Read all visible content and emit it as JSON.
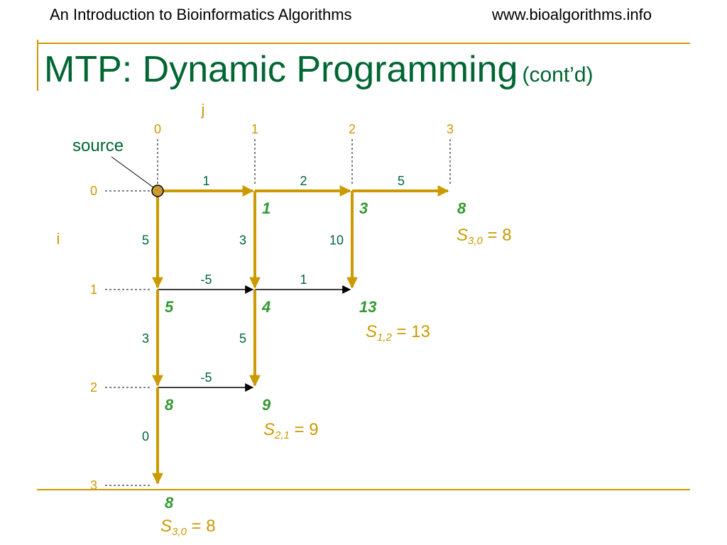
{
  "header": {
    "left": "An Introduction to Bioinformatics Algorithms",
    "right": "www.bioalgorithms.info"
  },
  "title": {
    "main": "MTP: Dynamic Programming",
    "sub": "(cont’d)"
  },
  "diagram": {
    "j_label": "j",
    "i_label": "i",
    "source_label": "source",
    "col_labels": [
      "0",
      "1",
      "2",
      "3"
    ],
    "row_labels": [
      "0",
      "1",
      "2",
      "3"
    ],
    "colors": {
      "thick_edge": "#cc9900",
      "thin_edge": "#000000",
      "score": "#339933",
      "weight": "#006633",
      "axis": "#cc9900",
      "node": "#cc9900"
    },
    "edges": [
      {
        "from": [
          0,
          0
        ],
        "to": [
          0,
          1
        ],
        "label": "1",
        "style": "thick"
      },
      {
        "from": [
          0,
          1
        ],
        "to": [
          0,
          2
        ],
        "label": "2",
        "style": "thick"
      },
      {
        "from": [
          0,
          2
        ],
        "to": [
          0,
          3
        ],
        "label": "5",
        "style": "thick"
      },
      {
        "from": [
          0,
          0
        ],
        "to": [
          1,
          0
        ],
        "label": "5",
        "style": "thick"
      },
      {
        "from": [
          0,
          1
        ],
        "to": [
          1,
          1
        ],
        "label": "3",
        "style": "thick"
      },
      {
        "from": [
          0,
          2
        ],
        "to": [
          1,
          2
        ],
        "label": "10",
        "style": "thick"
      },
      {
        "from": [
          1,
          0
        ],
        "to": [
          1,
          1
        ],
        "label": "-5",
        "style": "thin"
      },
      {
        "from": [
          1,
          1
        ],
        "to": [
          1,
          2
        ],
        "label": "1",
        "style": "thin"
      },
      {
        "from": [
          1,
          0
        ],
        "to": [
          2,
          0
        ],
        "label": "3",
        "style": "thick"
      },
      {
        "from": [
          1,
          1
        ],
        "to": [
          2,
          1
        ],
        "label": "5",
        "style": "thick"
      },
      {
        "from": [
          2,
          0
        ],
        "to": [
          2,
          1
        ],
        "label": "-5",
        "style": "thin"
      },
      {
        "from": [
          2,
          0
        ],
        "to": [
          3,
          0
        ],
        "label": "0",
        "style": "thick"
      }
    ],
    "scores": [
      {
        "node": [
          0,
          1
        ],
        "value": "1"
      },
      {
        "node": [
          0,
          2
        ],
        "value": "3"
      },
      {
        "node": [
          0,
          3
        ],
        "value": "8"
      },
      {
        "node": [
          1,
          0
        ],
        "value": "5"
      },
      {
        "node": [
          1,
          1
        ],
        "value": "4"
      },
      {
        "node": [
          1,
          2
        ],
        "value": "13"
      },
      {
        "node": [
          2,
          0
        ],
        "value": "8"
      },
      {
        "node": [
          2,
          1
        ],
        "value": "9"
      },
      {
        "node": [
          3,
          0
        ],
        "value": "8"
      }
    ],
    "s_labels": [
      {
        "id": "s1",
        "S": "S",
        "sub": "3,0",
        "rest": " = 8"
      },
      {
        "id": "s2",
        "S": "S",
        "sub": "1,2",
        "rest": " = 13"
      },
      {
        "id": "s3",
        "S": "S",
        "sub": "2,1",
        "rest": " = 9"
      },
      {
        "id": "s4",
        "S": "S",
        "sub": "3,0",
        "rest": " = 8"
      }
    ]
  }
}
